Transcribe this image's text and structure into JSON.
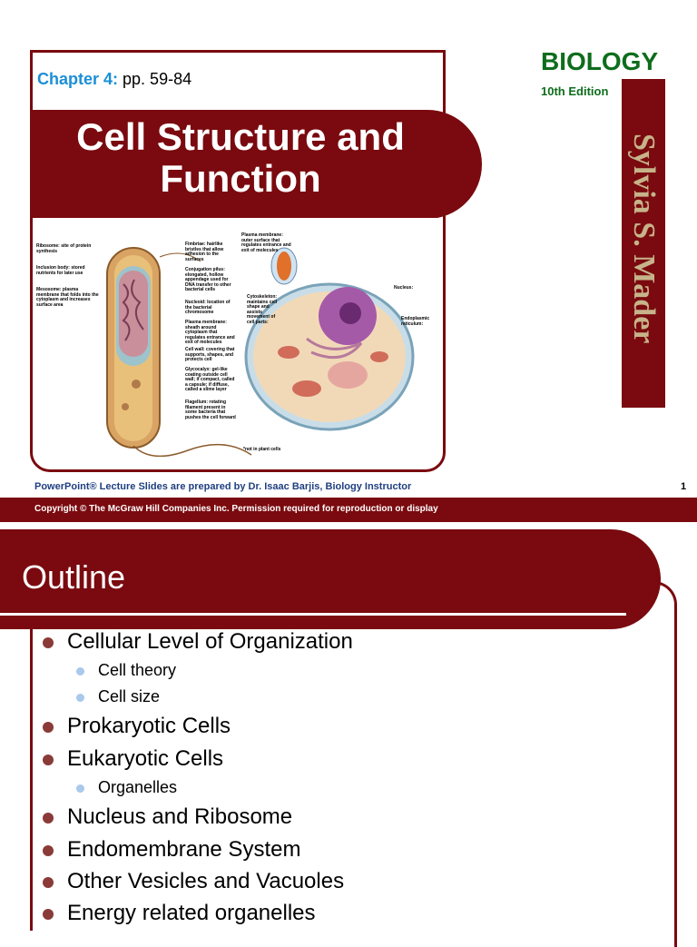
{
  "slide1": {
    "chapter_label": "Chapter 4:",
    "pages": "pp. 59-84",
    "title_line1": "Cell Structure and",
    "title_line2": "Function",
    "brand": "BIOLOGY",
    "edition": "10th Edition",
    "author": "Sylvia S. Mader",
    "illustration": {
      "prokaryote_labels_left": [
        "Ribosome: site of protein synthesis",
        "Inclusion body: stored nutrients for later use",
        "Mesosome: plasma membrane that folds into the cytoplasm and increases surface area"
      ],
      "prokaryote_labels_right": [
        "Fimbriae: hairlike bristles that allow adhesion to the surfaces",
        "Conjugation pilus: elongated, hollow appendage used for DNA transfer to other bacterial cells",
        "Nucleoid: location of the bacterial chromosome",
        "Plasma membrane: sheath around cytoplasm that regulates entrance and exit of molecules",
        "Cell wall: covering that supports, shapes, and protects cell",
        "Glycocalyx: gel-like coating outside cell wall; if compact, called a capsule; if diffuse, called a slime layer",
        "Flagellum: rotating filament present in some bacteria that pushes the cell forward"
      ],
      "eukaryote_labels": [
        "Plasma membrane: outer surface that regulates entrance and exit of molecules",
        "Cytoskeleton: maintains cell shape and assists movement of cell parts:",
        "Nucleus:",
        "Endoplasmic reticulum:",
        "*not in plant cells"
      ]
    },
    "credit": "PowerPoint® Lecture Slides are prepared by Dr. Isaac Barjis, Biology Instructor",
    "page_number": "1",
    "copyright": "Copyright © The McGraw Hill Companies Inc. Permission required for reproduction or display"
  },
  "slide2": {
    "title": "Outline",
    "items": [
      {
        "level": 1,
        "text": "Cellular Level of Organization"
      },
      {
        "level": 2,
        "text": "Cell theory"
      },
      {
        "level": 2,
        "text": "Cell size"
      },
      {
        "level": 1,
        "text": "Prokaryotic Cells"
      },
      {
        "level": 1,
        "text": "Eukaryotic Cells"
      },
      {
        "level": 2,
        "text": "Organelles"
      },
      {
        "level": 1,
        "text": "Nucleus and Ribosome"
      },
      {
        "level": 1,
        "text": "Endomembrane System"
      },
      {
        "level": 1,
        "text": "Other Vesicles and Vacuoles"
      },
      {
        "level": 1,
        "text": "Energy related organelles"
      }
    ]
  },
  "colors": {
    "maroon": "#7a0a0f",
    "brand_green": "#0e6d1c",
    "chapter_blue": "#1b8fd6",
    "credit_blue": "#1f3f80"
  }
}
